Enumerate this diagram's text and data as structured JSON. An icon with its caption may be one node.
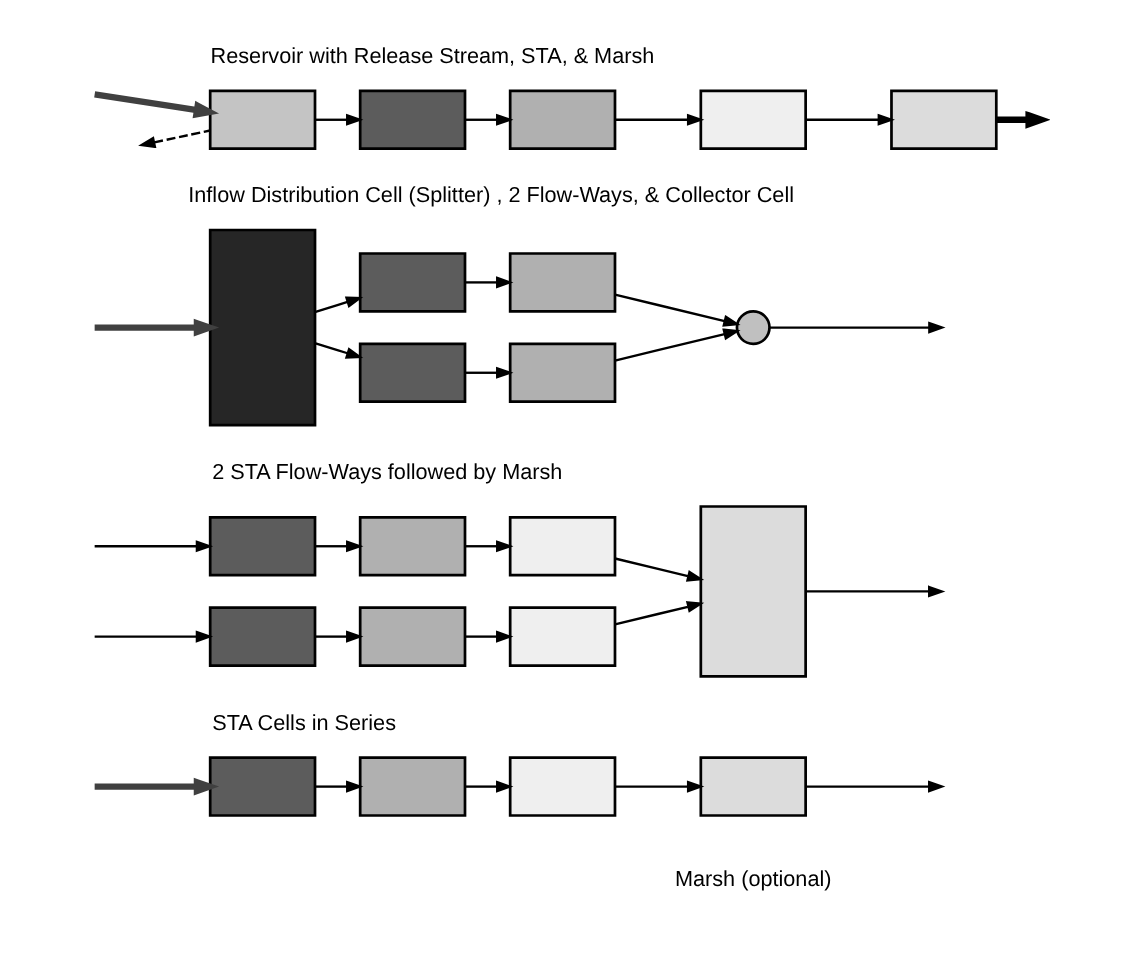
{
  "diagram": {
    "nodes": [
      {
        "text": [],
        "shape": "box"
      },
      {
        "text": [],
        "shape": "box"
      },
      {
        "text": [],
        "shape": "box"
      },
      {
        "text": [],
        "shape": "box",
        "beside": [
          "Marsh (optional)"
        ]
      },
      {
        "text": [],
        "shape": "box"
      },
      {
        "text": [],
        "shape": "box"
      },
      {
        "text": [],
        "shape": "box"
      },
      {
        "text": [],
        "shape": "box"
      },
      {
        "text": [],
        "shape": "box"
      },
      {
        "text": [],
        "shape": "box"
      },
      {
        "text": [],
        "shape": "box"
      },
      {
        "text": [],
        "shape": "box"
      },
      {
        "text": [],
        "shape": "box"
      },
      {
        "text": [],
        "shape": "box"
      },
      {
        "text": [],
        "shape": "box"
      },
      {
        "text": [],
        "shape": "box"
      },
      {
        "text": [],
        "shape": "circle"
      },
      {
        "text": [],
        "shape": "box"
      },
      {
        "text": [],
        "shape": "box"
      },
      {
        "text": [],
        "shape": "box"
      },
      {
        "text": [],
        "shape": "box"
      },
      {
        "text": [],
        "shape": "box"
      }
    ],
    "edges": [
      {
        "from": null,
        "to": 0,
        "arrow": "to",
        "style": "thick",
        "color": "#404040"
      },
      {
        "from": 0,
        "to": 1,
        "arrow": "to"
      },
      {
        "from": 1,
        "to": 2,
        "arrow": "to"
      },
      {
        "from": 2,
        "to": 3,
        "arrow": "to"
      },
      {
        "from": 3,
        "to": null,
        "arrow": "to"
      },
      {
        "from": null,
        "to": 4,
        "arrow": "to"
      },
      {
        "from": null,
        "to": 7,
        "arrow": "to"
      },
      {
        "from": 4,
        "to": 5,
        "arrow": "to"
      },
      {
        "from": 5,
        "to": 6,
        "arrow": "to"
      },
      {
        "from": 6,
        "to": 10,
        "arrow": "to"
      },
      {
        "from": 7,
        "to": 8,
        "arrow": "to"
      },
      {
        "from": 8,
        "to": 9,
        "arrow": "to"
      },
      {
        "from": 9,
        "to": 10,
        "arrow": "to"
      },
      {
        "from": 10,
        "to": null,
        "arrow": "to"
      },
      {
        "from": null,
        "to": 11,
        "arrow": "to",
        "style": "thick",
        "color": "#404040"
      },
      {
        "from": 11,
        "to": 12,
        "arrow": "to"
      },
      {
        "from": 11,
        "to": 14,
        "arrow": "to"
      },
      {
        "from": 12,
        "to": 13,
        "arrow": "to"
      },
      {
        "from": 14,
        "to": 15,
        "arrow": "to"
      },
      {
        "from": 13,
        "to": 16,
        "arrow": "to"
      },
      {
        "from": 15,
        "to": 16,
        "arrow": "to"
      },
      {
        "from": 16,
        "to": null,
        "arrow": "to"
      },
      {
        "from": null,
        "to": 17,
        "arrow": "to",
        "style": "thick",
        "color": "#404040"
      },
      {
        "from": 17,
        "to": null,
        "arrow": "to",
        "style": "dashed"
      },
      {
        "from": 17,
        "to": 18,
        "arrow": "to"
      },
      {
        "from": 18,
        "to": 19,
        "arrow": "to"
      },
      {
        "from": 19,
        "to": 20,
        "arrow": "to"
      },
      {
        "from": 20,
        "to": 21,
        "arrow": "to"
      },
      {
        "from": 21,
        "to": null,
        "arrow": "to",
        "style": "thick"
      }
    ],
    "labels": [
      "STA Cells in Series",
      "2 STA Flow-Ways followed by Marsh",
      "Inflow Distribution Cell (Splitter) , 2 Flow-Ways, & Collector Cell",
      "Reservoir with Release Stream, STA, & Marsh"
    ]
  }
}
